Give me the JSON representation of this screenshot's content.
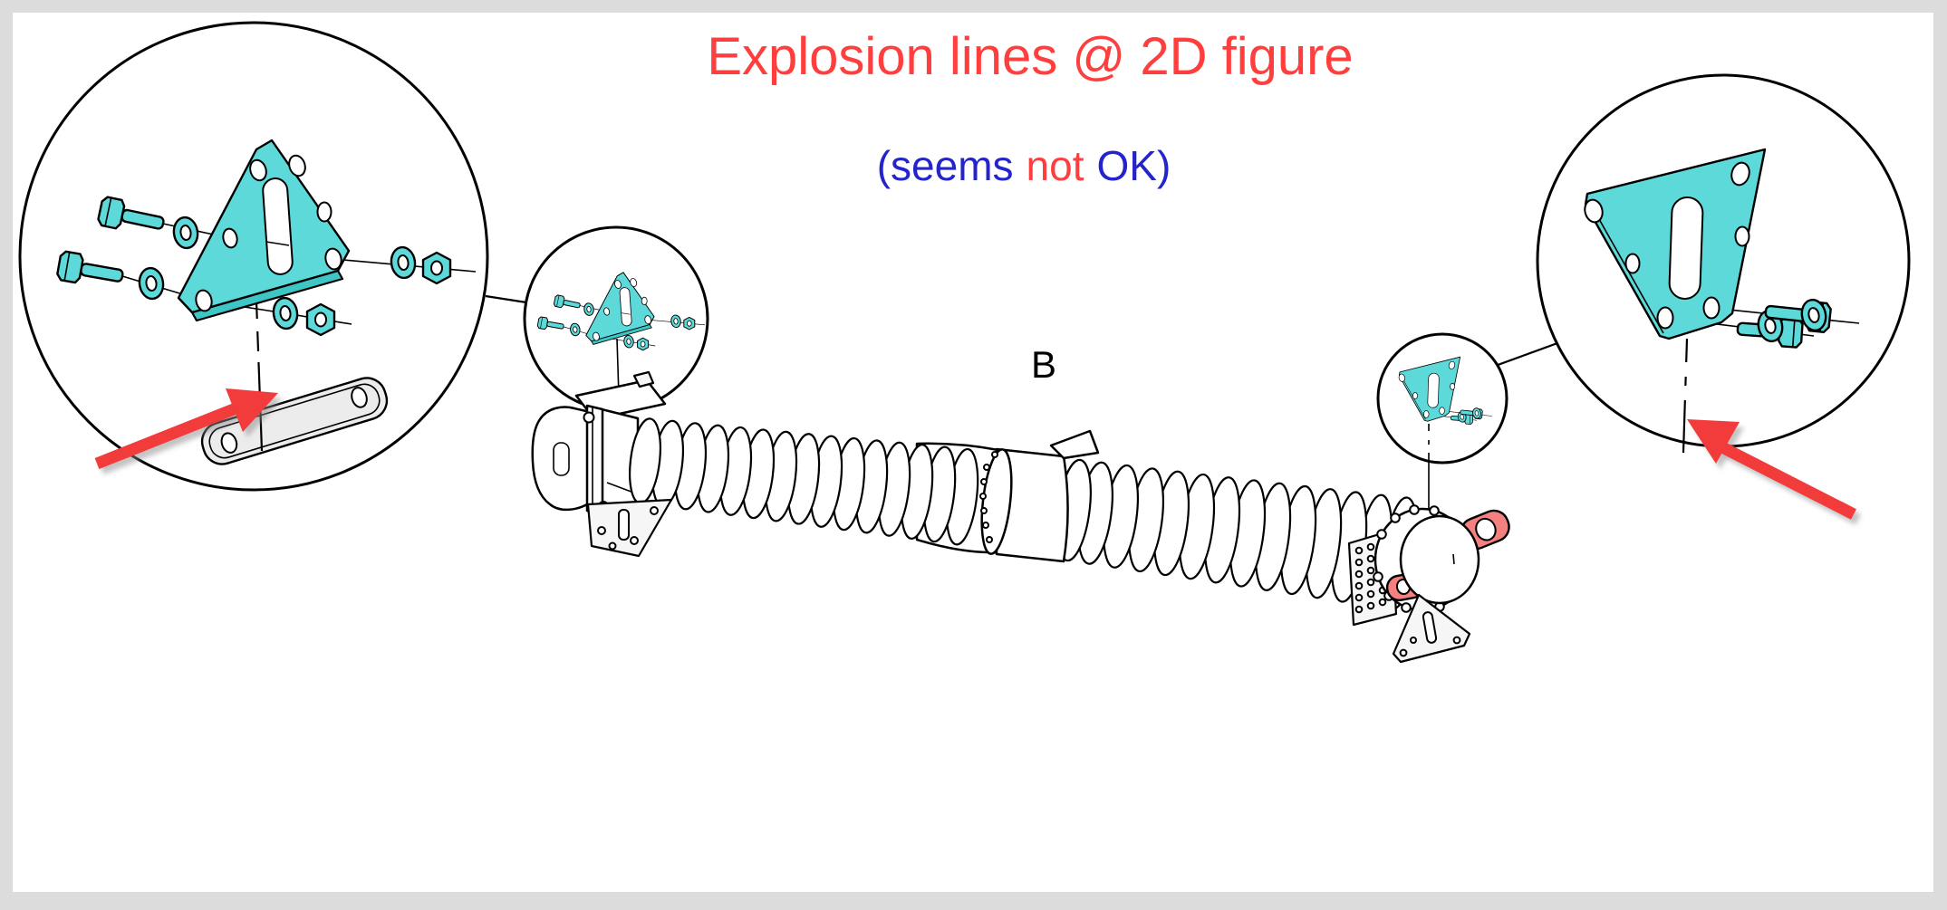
{
  "figure_title": {
    "text": "Explosion lines @ 2D figure"
  },
  "figure_subtitle": {
    "open_part": "(seems",
    "not_part": "not",
    "ok_part": "OK)"
  },
  "section_label": "B",
  "annotations": {
    "left_arrow": "red-arrow-pointing-at-explosion-line",
    "right_arrow": "red-arrow-pointing-at-explosion-line"
  },
  "colors": {
    "frame_gray": "#dcdcdc",
    "paper_white": "#ffffff",
    "title_red": "#ff3e3e",
    "note_blue": "#2424cc",
    "part_teal": "#5dd9d9",
    "part_teal_dark": "#3ec6c6",
    "lug_salmon": "#f4807f",
    "arrow_red": "#f23b3b",
    "metal_gray": "#ececec",
    "line_black": "#000000"
  }
}
